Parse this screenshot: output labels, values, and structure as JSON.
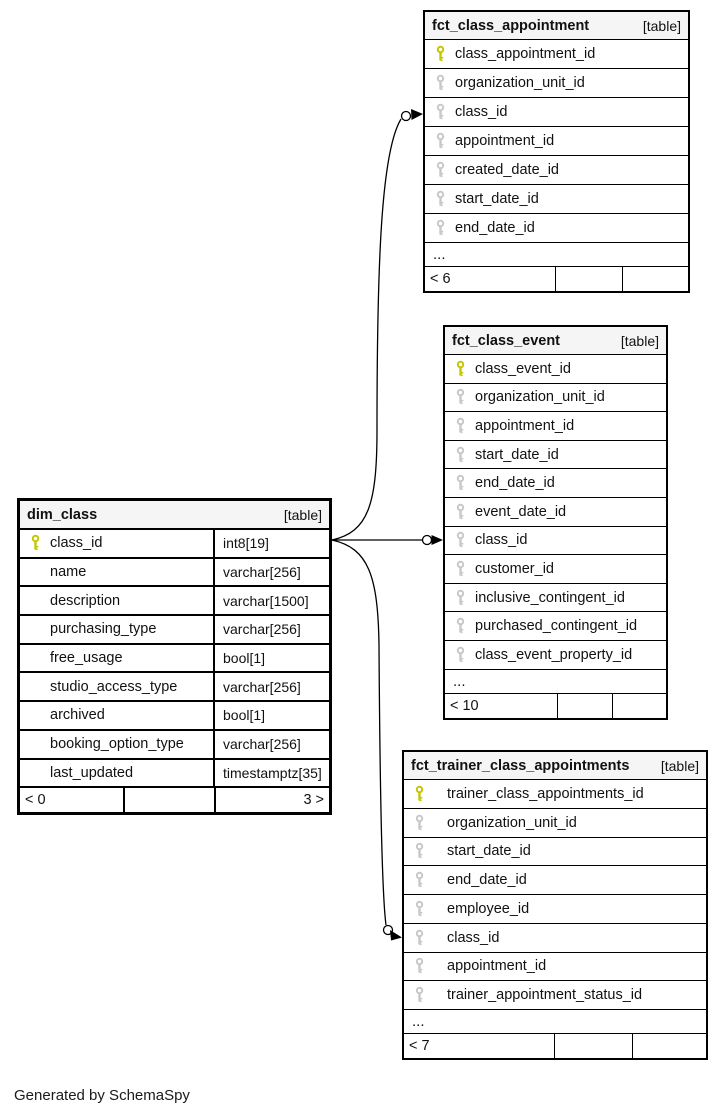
{
  "diagram": {
    "credit": "Generated by SchemaSpy"
  },
  "colors": {
    "pk_key": "#c6c600",
    "fk_key": "#c8c8c8",
    "header_bg": "#f5f5f5",
    "border": "#000000"
  },
  "tables": [
    {
      "name": "fct_class_appointment",
      "badge": "[table]",
      "columns": [
        {
          "key": "pk",
          "name": "class_appointment_id"
        },
        {
          "key": "fk",
          "name": "organization_unit_id"
        },
        {
          "key": "fk",
          "name": "class_id"
        },
        {
          "key": "fk",
          "name": "appointment_id"
        },
        {
          "key": "fk",
          "name": "created_date_id"
        },
        {
          "key": "fk",
          "name": "start_date_id"
        },
        {
          "key": "fk",
          "name": "end_date_id"
        }
      ],
      "ellipsis": "...",
      "footer": {
        "left": "< 6",
        "mid": "",
        "right": ""
      }
    },
    {
      "name": "fct_class_event",
      "badge": "[table]",
      "columns": [
        {
          "key": "pk",
          "name": "class_event_id"
        },
        {
          "key": "fk",
          "name": "organization_unit_id"
        },
        {
          "key": "fk",
          "name": "appointment_id"
        },
        {
          "key": "fk",
          "name": "start_date_id"
        },
        {
          "key": "fk",
          "name": "end_date_id"
        },
        {
          "key": "fk",
          "name": "event_date_id"
        },
        {
          "key": "fk",
          "name": "class_id"
        },
        {
          "key": "fk",
          "name": "customer_id"
        },
        {
          "key": "fk",
          "name": "inclusive_contingent_id"
        },
        {
          "key": "fk",
          "name": "purchased_contingent_id"
        },
        {
          "key": "fk",
          "name": "class_event_property_id"
        }
      ],
      "ellipsis": "...",
      "footer": {
        "left": "< 10",
        "mid": "",
        "right": ""
      }
    },
    {
      "name": "dim_class",
      "badge": "[table]",
      "columns": [
        {
          "key": "pk",
          "name": "class_id",
          "type": "int8[19]"
        },
        {
          "key": null,
          "name": "name",
          "type": "varchar[256]"
        },
        {
          "key": null,
          "name": "description",
          "type": "varchar[1500]"
        },
        {
          "key": null,
          "name": "purchasing_type",
          "type": "varchar[256]"
        },
        {
          "key": null,
          "name": "free_usage",
          "type": "bool[1]"
        },
        {
          "key": null,
          "name": "studio_access_type",
          "type": "varchar[256]"
        },
        {
          "key": null,
          "name": "archived",
          "type": "bool[1]"
        },
        {
          "key": null,
          "name": "booking_option_type",
          "type": "varchar[256]"
        },
        {
          "key": null,
          "name": "last_updated",
          "type": "timestamptz[35]"
        }
      ],
      "footer": {
        "left": "< 0",
        "mid": "",
        "right": "3 >"
      }
    },
    {
      "name": "fct_trainer_class_appointments",
      "badge": "[table]",
      "columns": [
        {
          "key": "pk",
          "name": "trainer_class_appointments_id"
        },
        {
          "key": "fk",
          "name": "organization_unit_id"
        },
        {
          "key": "fk",
          "name": "start_date_id"
        },
        {
          "key": "fk",
          "name": "end_date_id"
        },
        {
          "key": "fk",
          "name": "employee_id"
        },
        {
          "key": "fk",
          "name": "class_id"
        },
        {
          "key": "fk",
          "name": "appointment_id"
        },
        {
          "key": "fk",
          "name": "trainer_appointment_status_id"
        }
      ],
      "ellipsis": "...",
      "footer": {
        "left": "< 7",
        "mid": "",
        "right": ""
      }
    }
  ]
}
